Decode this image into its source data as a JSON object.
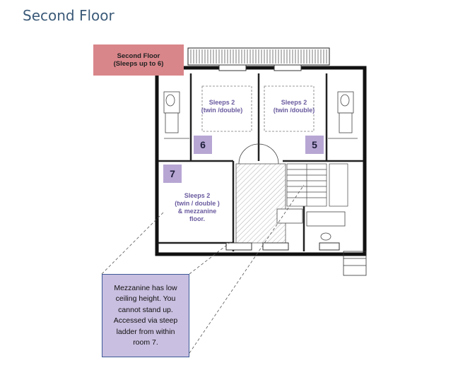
{
  "page": {
    "title": "Second Floor"
  },
  "plan_label": {
    "line1": "Second Floor",
    "line2": "(Sleeps up to 6)"
  },
  "rooms": [
    {
      "number": "6",
      "line1": "Sleeps 2",
      "line2": "(twin /double)"
    },
    {
      "number": "5",
      "line1": "Sleeps 2",
      "line2": "(twin /double)"
    },
    {
      "number": "7",
      "line1": "Sleeps 2",
      "line2": "(twin / double )",
      "line3": "& mezzanine",
      "line4": "floor."
    }
  ],
  "note": {
    "lines": [
      "Mezzanine has low",
      "ceiling height. You",
      "cannot stand up.",
      "Accessed via steep",
      "ladder from within",
      "room 7."
    ]
  },
  "colors": {
    "title": "#3b5a78",
    "label_fill": "#d9868a",
    "room_number_fill": "#b7a6d4",
    "room_text": "#6a5a9e",
    "note_fill": "#c9bfe0",
    "note_border": "#3d5a98"
  }
}
